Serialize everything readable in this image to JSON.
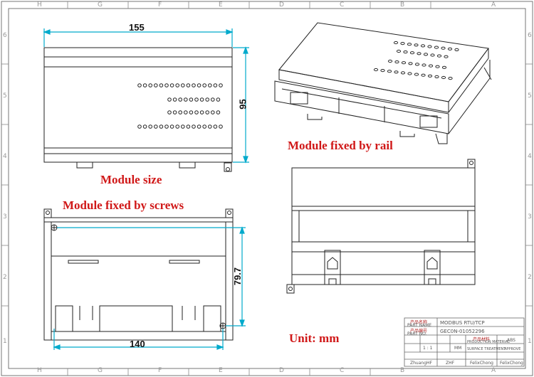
{
  "captions": {
    "module_size": "Module size",
    "fixed_by_screws": "Module fixed by screws",
    "fixed_by_rail": "Module fixed by rail",
    "unit": "Unit: mm"
  },
  "dimensions": {
    "width_top": "155",
    "height_side": "95",
    "screw_height": "79.7",
    "screw_width": "140"
  },
  "grid_labels": {
    "top": [
      "H",
      "G",
      "F",
      "E",
      "D",
      "C",
      "B",
      "A"
    ],
    "side": [
      "6",
      "5",
      "4",
      "3",
      "2",
      "1"
    ]
  },
  "title_block": {
    "part_name_label": "产品名称",
    "part_name_sub": "PART NAME",
    "part_name": "MODBUS RTU/TCP",
    "part_no_label": "产品编号",
    "part_no_sub": "PART NO.",
    "part_no": "GEC0N-01052296",
    "material_label": "产品材料",
    "material_sub": "PRODUCTION MATERIAL",
    "material": "ABS",
    "surface_sub": "SURFACE TREATMENT",
    "approve_sub": "APPROVE",
    "scale": "1 : 1",
    "unit": "MM",
    "design": "ZhuangHF",
    "drawn": "ZHF",
    "check": "FelixChong",
    "approve": "FelixChong"
  },
  "colors": {
    "line": "#222222",
    "dimension": "#00aacc",
    "caption": "#d01818"
  }
}
